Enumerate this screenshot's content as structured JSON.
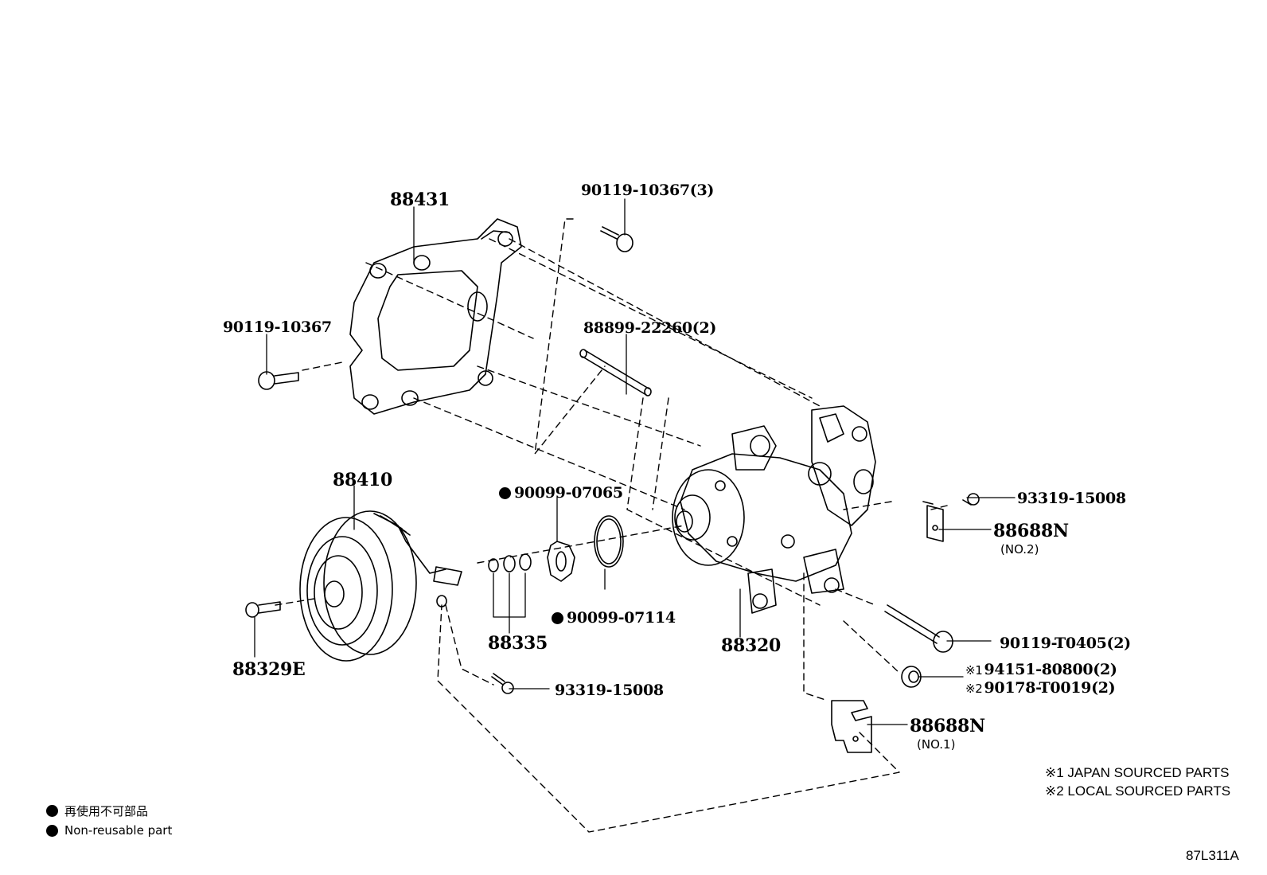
{
  "labels": {
    "p88431": "88431",
    "p90119_10367_3": "90119-10367(3)",
    "p90119_10367": "90119-10367",
    "p88899_22260_2": "88899-22260(2)",
    "p88410": "88410",
    "p90099_07065": "90099-07065",
    "p93319_15008": "93319-15008",
    "p88688N": "88688N",
    "no2": "(NO.2)",
    "p88335": "88335",
    "p90099_07114": "90099-07114",
    "p88320": "88320",
    "p90119_T0405_2": "90119-T0405(2)",
    "mark1": "※1",
    "p94151_80800_2": "94151-80800(2)",
    "mark2": "※2",
    "p90178_T0019_2": "90178-T0019(2)",
    "p88329E": "88329E",
    "p93319_15008_lower": "93319-15008",
    "p88688N_no1": "88688N",
    "no1": "(NO.1)"
  },
  "notes": {
    "japan": "※1 JAPAN SOURCED PARTS",
    "local": "※2 LOCAL SOURCED PARTS"
  },
  "legend": {
    "japanese": "再使用不可部品",
    "english": "Non-reusable part"
  },
  "reference": "87L311A",
  "icons": {
    "non_reusable_marker": "filled-black-circle"
  }
}
